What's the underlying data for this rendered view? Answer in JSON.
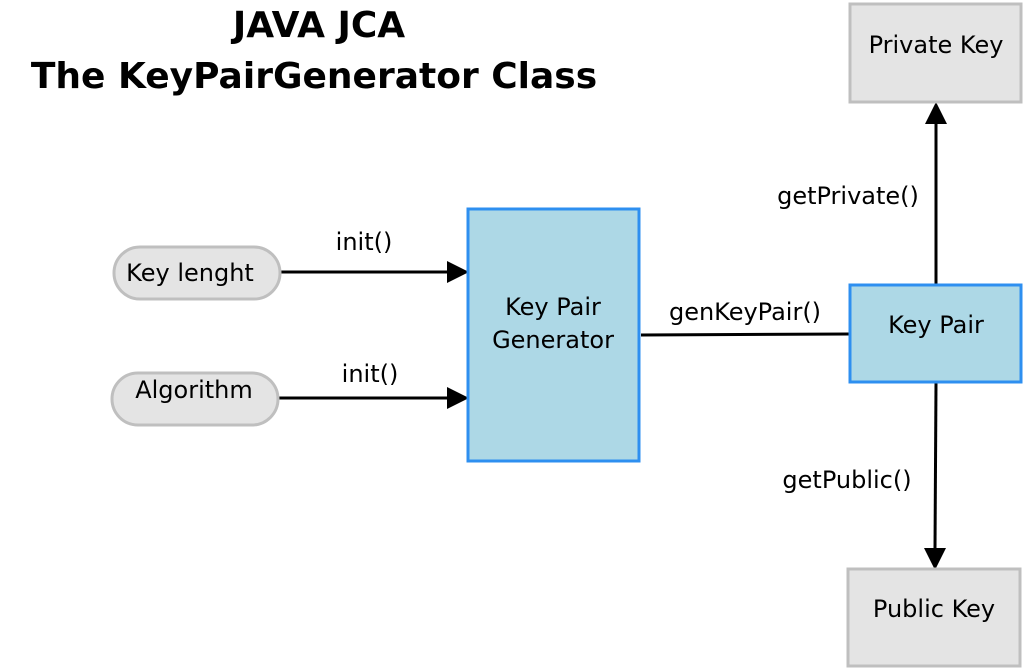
{
  "title": {
    "line1": "JAVA JCA",
    "line2": "The KeyPairGenerator Class"
  },
  "nodes": {
    "key_length": {
      "label": "Key lenght",
      "shape": "rounded",
      "style": "gray"
    },
    "algorithm": {
      "label": "Algorithm",
      "shape": "rounded",
      "style": "gray"
    },
    "generator": {
      "label_line1": "Key Pair",
      "label_line2": "Generator",
      "shape": "rect",
      "style": "blue"
    },
    "key_pair": {
      "label": "Key Pair",
      "shape": "rect",
      "style": "blue"
    },
    "private_key": {
      "label": "Private Key",
      "shape": "rect",
      "style": "gray"
    },
    "public_key": {
      "label": "Public Key",
      "shape": "rect",
      "style": "gray"
    }
  },
  "edges": [
    {
      "from": "key_length",
      "to": "generator",
      "label": "init()",
      "arrow": "to"
    },
    {
      "from": "algorithm",
      "to": "generator",
      "label": "init()",
      "arrow": "to"
    },
    {
      "from": "generator",
      "to": "key_pair",
      "label": "genKeyPair()",
      "arrow": "none"
    },
    {
      "from": "key_pair",
      "to": "private_key",
      "label": "getPrivate()",
      "arrow": "to"
    },
    {
      "from": "key_pair",
      "to": "public_key",
      "label": "getPublic()",
      "arrow": "to"
    }
  ],
  "colors": {
    "blue_fill": "#add8e6",
    "blue_stroke": "#2e8ff0",
    "gray_fill": "#e4e4e4",
    "gray_stroke": "#bfbfbf"
  }
}
